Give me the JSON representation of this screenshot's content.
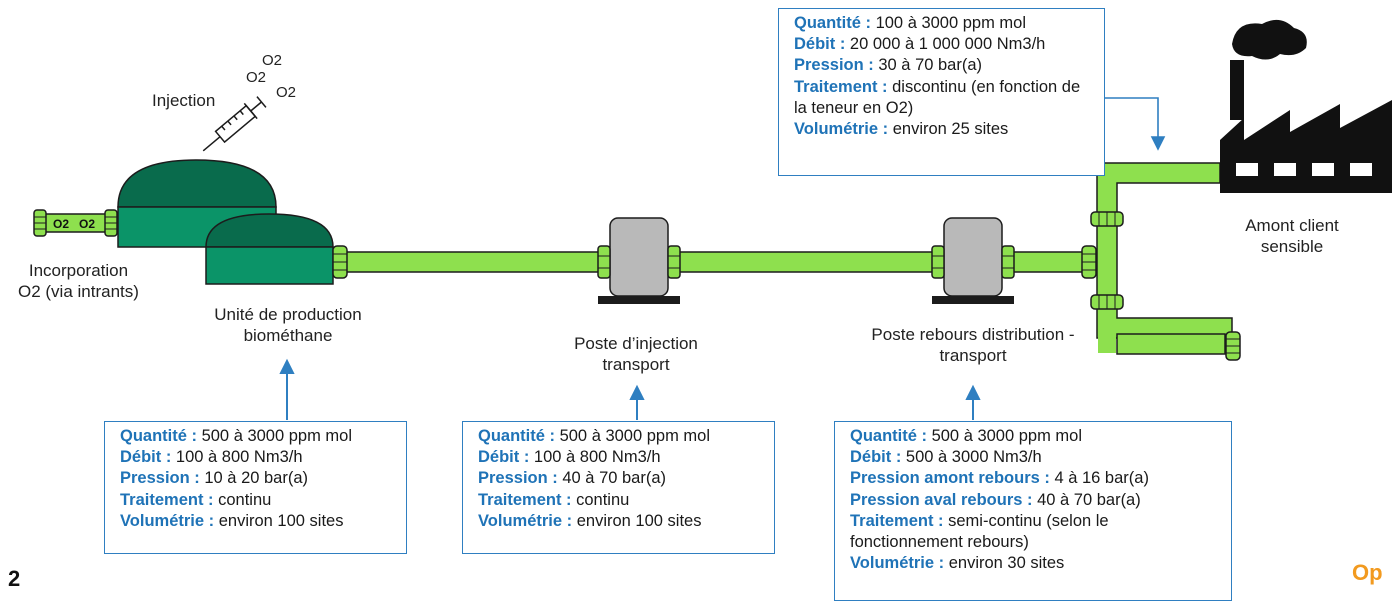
{
  "labels": {
    "injection": "Injection",
    "o2_a": "O2",
    "o2_b": "O2",
    "o2_c": "O2",
    "incorporation": [
      "Incorporation",
      "O2 (via intrants)"
    ],
    "production_unit": [
      "Unité de production",
      "biométhane"
    ],
    "injection_station": [
      "Poste d’injection",
      "transport"
    ],
    "rebours_station": [
      "Poste rebours distribution -",
      "transport"
    ],
    "client": [
      "Amont client",
      "sensible"
    ],
    "pipe_o2_1": "O2",
    "pipe_o2_2": "O2"
  },
  "boxes": {
    "client": [
      {
        "k": "Quantité :",
        "v": " 100 à 3000 ppm mol"
      },
      {
        "k": "Débit :",
        "v": " 20 000 à 1 000 000 Nm3/h"
      },
      {
        "k": "Pression :",
        "v": " 30 à 70 bar(a)"
      },
      {
        "k": "Traitement :",
        "v": " discontinu (en fonction de la teneur en O2)"
      },
      {
        "k": "Volumétrie :",
        "v": " environ 25 sites"
      }
    ],
    "production": [
      {
        "k": "Quantité :",
        "v": " 500 à 3000 ppm mol"
      },
      {
        "k": "Débit :",
        "v": " 100 à 800 Nm3/h"
      },
      {
        "k": "Pression :",
        "v": " 10 à 20 bar(a)"
      },
      {
        "k": "Traitement :",
        "v": " continu"
      },
      {
        "k": "Volumétrie :",
        "v": " environ 100 sites"
      }
    ],
    "injection": [
      {
        "k": "Quantité :",
        "v": " 500 à 3000 ppm mol"
      },
      {
        "k": "Débit :",
        "v": " 100 à 800 Nm3/h"
      },
      {
        "k": "Pression :",
        "v": " 40 à 70 bar(a)"
      },
      {
        "k": "Traitement :",
        "v": " continu"
      },
      {
        "k": "Volumétrie :",
        "v": " environ 100 sites"
      }
    ],
    "rebours": [
      {
        "k": "Quantité :",
        "v": " 500 à 3000 ppm mol"
      },
      {
        "k": "Débit :",
        "v": " 500 à 3000 Nm3/h"
      },
      {
        "k": "Pression amont rebours :",
        "v": " 4 à 16 bar(a)"
      },
      {
        "k": "Pression aval rebours :",
        "v": " 40 à 70 bar(a)"
      },
      {
        "k": "Traitement :",
        "v": " semi-continu (selon le fonctionnement rebours)"
      },
      {
        "k": "Volumétrie :",
        "v": " environ 30 sites"
      }
    ]
  },
  "page_number": "2",
  "logo_text": "Op",
  "colors": {
    "pipe": "#8ee04e",
    "pipe_stroke": "#1c1c1c",
    "tank": "#0b9468",
    "tank_top": "#096b4c",
    "station": "#b9b9b9",
    "accent": "#2f7fc1",
    "key_text": "#1f73b7",
    "logo": "#f29a1f"
  }
}
